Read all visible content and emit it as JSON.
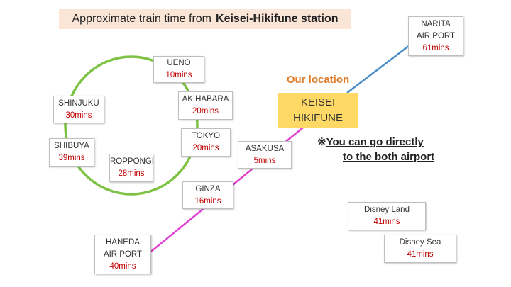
{
  "title": {
    "prefix": "Approximate train time from",
    "station": "Keisei-Hikifune station"
  },
  "our_location": {
    "label": "Our location",
    "line1": "KEISEI",
    "line2": "HIKIFUNE"
  },
  "note": {
    "mark": "※",
    "line1": "You can go directly",
    "line2": "to the both airport"
  },
  "colors": {
    "yamanote": "#7dc242",
    "asakusa_line": "#e040d0",
    "narita_line": "#4a8cc8",
    "time": "#c00000"
  },
  "stations": {
    "narita": {
      "name1": "NARITA",
      "name2": "AIR PORT",
      "time": "61mins"
    },
    "ueno": {
      "name": "UENO",
      "time": "10mins"
    },
    "shinjuku": {
      "name": "SHINJUKU",
      "time": "30mins"
    },
    "akihabara": {
      "name": "AKIHABARA",
      "time": "20mins"
    },
    "tokyo": {
      "name": "TOKYO",
      "time": "20mins"
    },
    "shibuya": {
      "name": "SHIBUYA",
      "time": "39mins"
    },
    "asakusa": {
      "name": "ASAKUSA",
      "time": "5mins"
    },
    "roppongi": {
      "name": "ROPPONGI",
      "time": "28mins"
    },
    "ginza": {
      "name": "GINZA",
      "time": "16mins"
    },
    "haneda": {
      "name1": "HANEDA",
      "name2": "AIR PORT",
      "time": "40mins"
    },
    "disney_land": {
      "name": "Disney Land",
      "time": "41mins"
    },
    "disney_sea": {
      "name": "Disney Sea",
      "time": "41mins"
    }
  }
}
